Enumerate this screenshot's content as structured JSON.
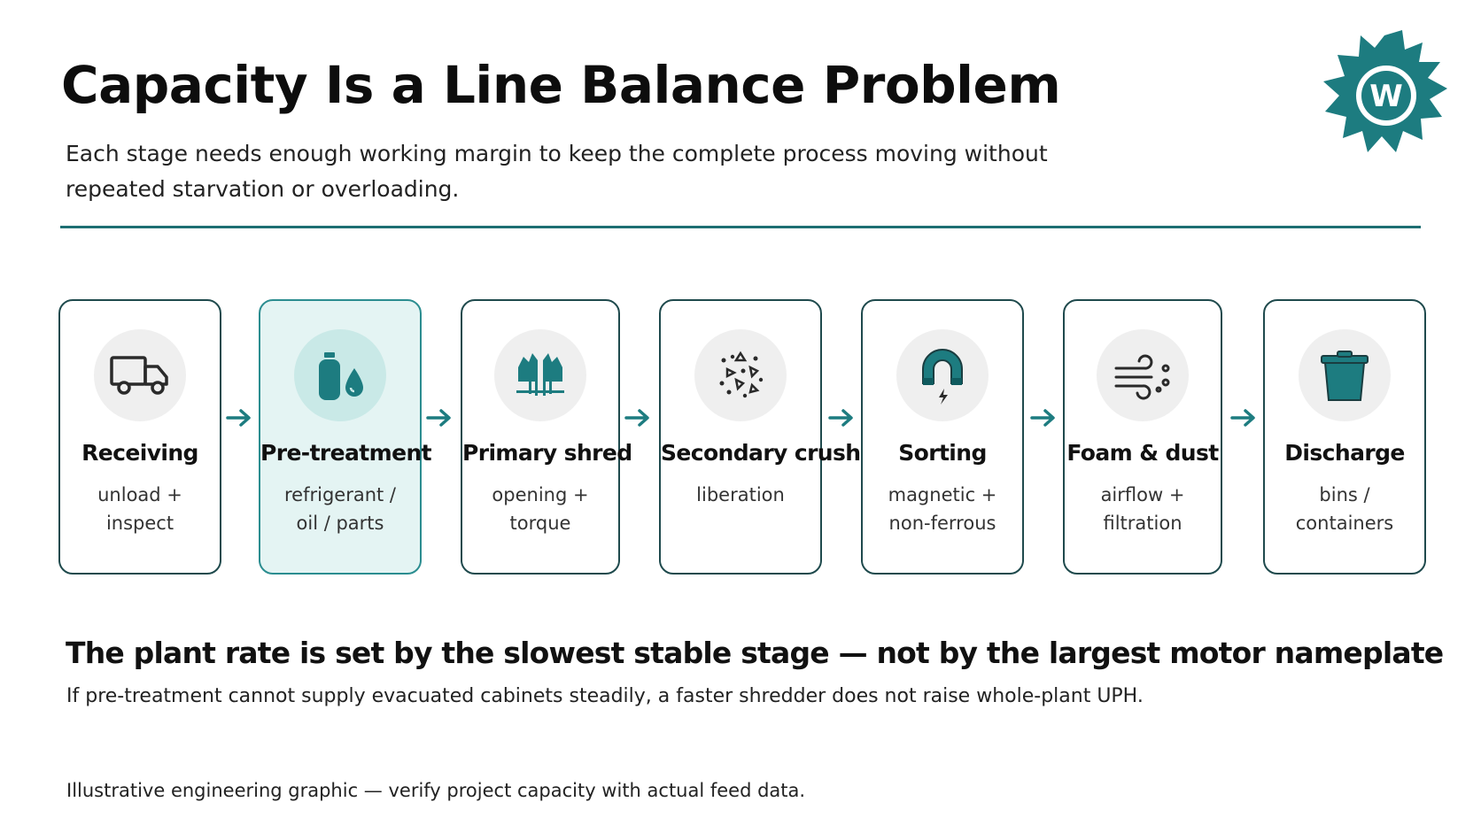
{
  "header": {
    "title": "Capacity Is a Line Balance Problem",
    "subtitle": "Each stage needs enough working margin to keep the complete process moving without repeated starvation or overloading."
  },
  "colors": {
    "accent": "#1e6e72",
    "icon": "#1d7c80",
    "highlight_bg": "#e4f4f3",
    "border": "#1f4a4d"
  },
  "stages": [
    {
      "title": "Receiving",
      "desc_lines": [
        "unload +",
        "inspect"
      ],
      "icon": "truck-icon",
      "highlight": false
    },
    {
      "title": "Pre-treatment",
      "desc_lines": [
        "refrigerant /",
        "oil / parts"
      ],
      "icon": "gas-cylinder-drop-icon",
      "highlight": true
    },
    {
      "title": "Primary shred",
      "desc_lines": [
        "opening +",
        "torque"
      ],
      "icon": "shredder-rotor-icon",
      "highlight": false
    },
    {
      "title": "Secondary crush",
      "desc_lines": [
        "liberation"
      ],
      "icon": "particles-icon",
      "highlight": false
    },
    {
      "title": "Sorting",
      "desc_lines": [
        "magnetic +",
        "non-ferrous"
      ],
      "icon": "magnet-icon",
      "highlight": false
    },
    {
      "title": "Foam & dust",
      "desc_lines": [
        "airflow +",
        "filtration"
      ],
      "icon": "airflow-icon",
      "highlight": false
    },
    {
      "title": "Discharge",
      "desc_lines": [
        "bins /",
        "containers"
      ],
      "icon": "bin-icon",
      "highlight": false
    }
  ],
  "takeaway": {
    "headline": "The plant rate is set by the slowest stable stage — not by the largest motor nameplate",
    "detail": "If pre-treatment cannot supply evacuated cabinets steadily, a faster shredder does not raise whole-plant UPH."
  },
  "footnote": "Illustrative engineering graphic — verify project capacity with actual feed data."
}
